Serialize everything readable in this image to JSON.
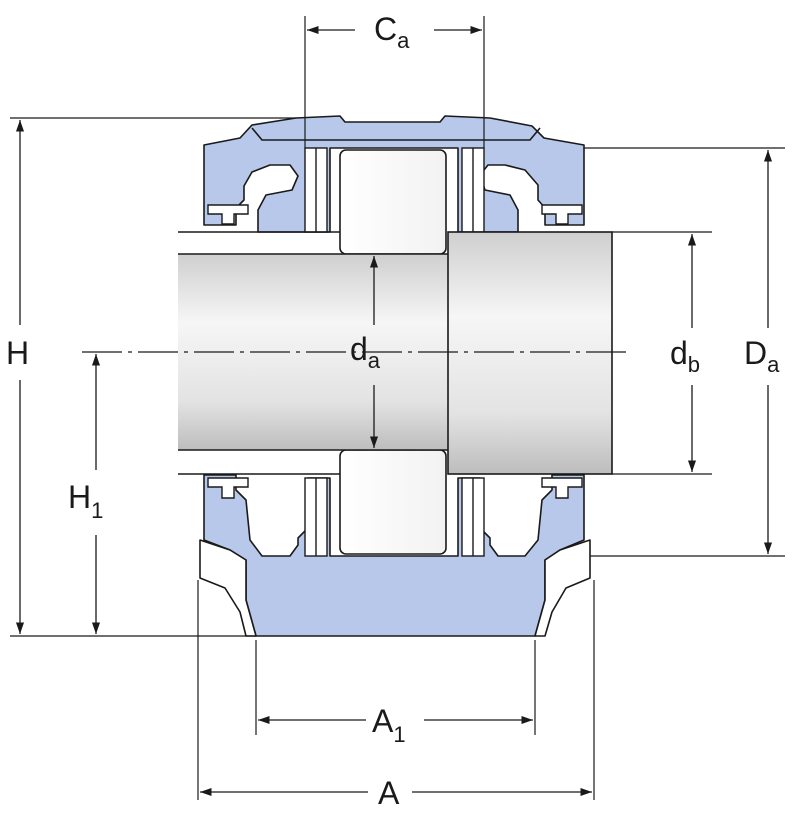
{
  "colors": {
    "housing_fill": "#b7c8ea",
    "shaft_light": "#f4f4f4",
    "shaft_dark": "#c9c9c9",
    "line": "#1a1a1a",
    "background": "#ffffff"
  },
  "dimensions": {
    "ca": {
      "main": "C",
      "sub": "a"
    },
    "h": {
      "main": "H",
      "sub": ""
    },
    "h1": {
      "main": "H",
      "sub": "1"
    },
    "da": {
      "main": "d",
      "sub": "a"
    },
    "db": {
      "main": "d",
      "sub": "b"
    },
    "daa": {
      "main": "D",
      "sub": "a"
    },
    "a1": {
      "main": "A",
      "sub": "1"
    },
    "a": {
      "main": "A",
      "sub": ""
    }
  }
}
